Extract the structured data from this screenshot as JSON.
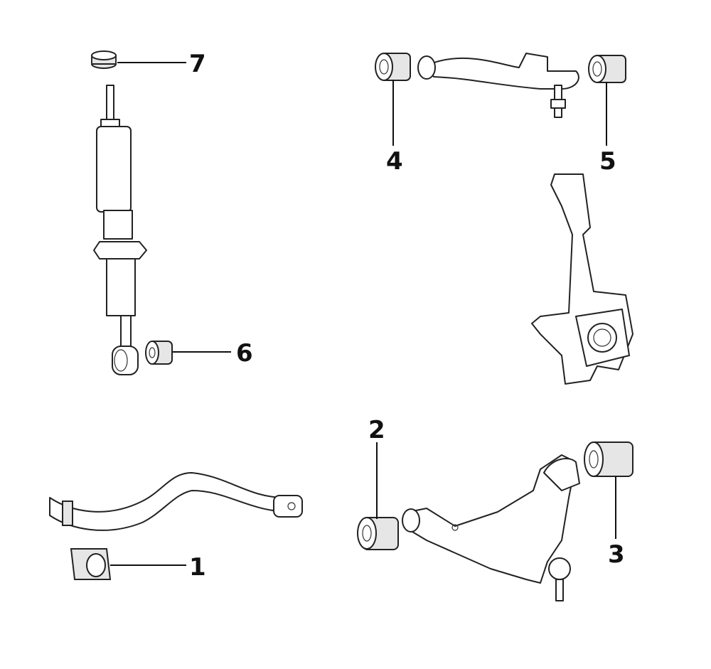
{
  "callouts": {
    "c1": "1",
    "c2": "2",
    "c3": "3",
    "c4": "4",
    "c5": "5",
    "c6": "6",
    "c7": "7"
  },
  "colors": {
    "line": "#222222",
    "background": "#ffffff"
  }
}
